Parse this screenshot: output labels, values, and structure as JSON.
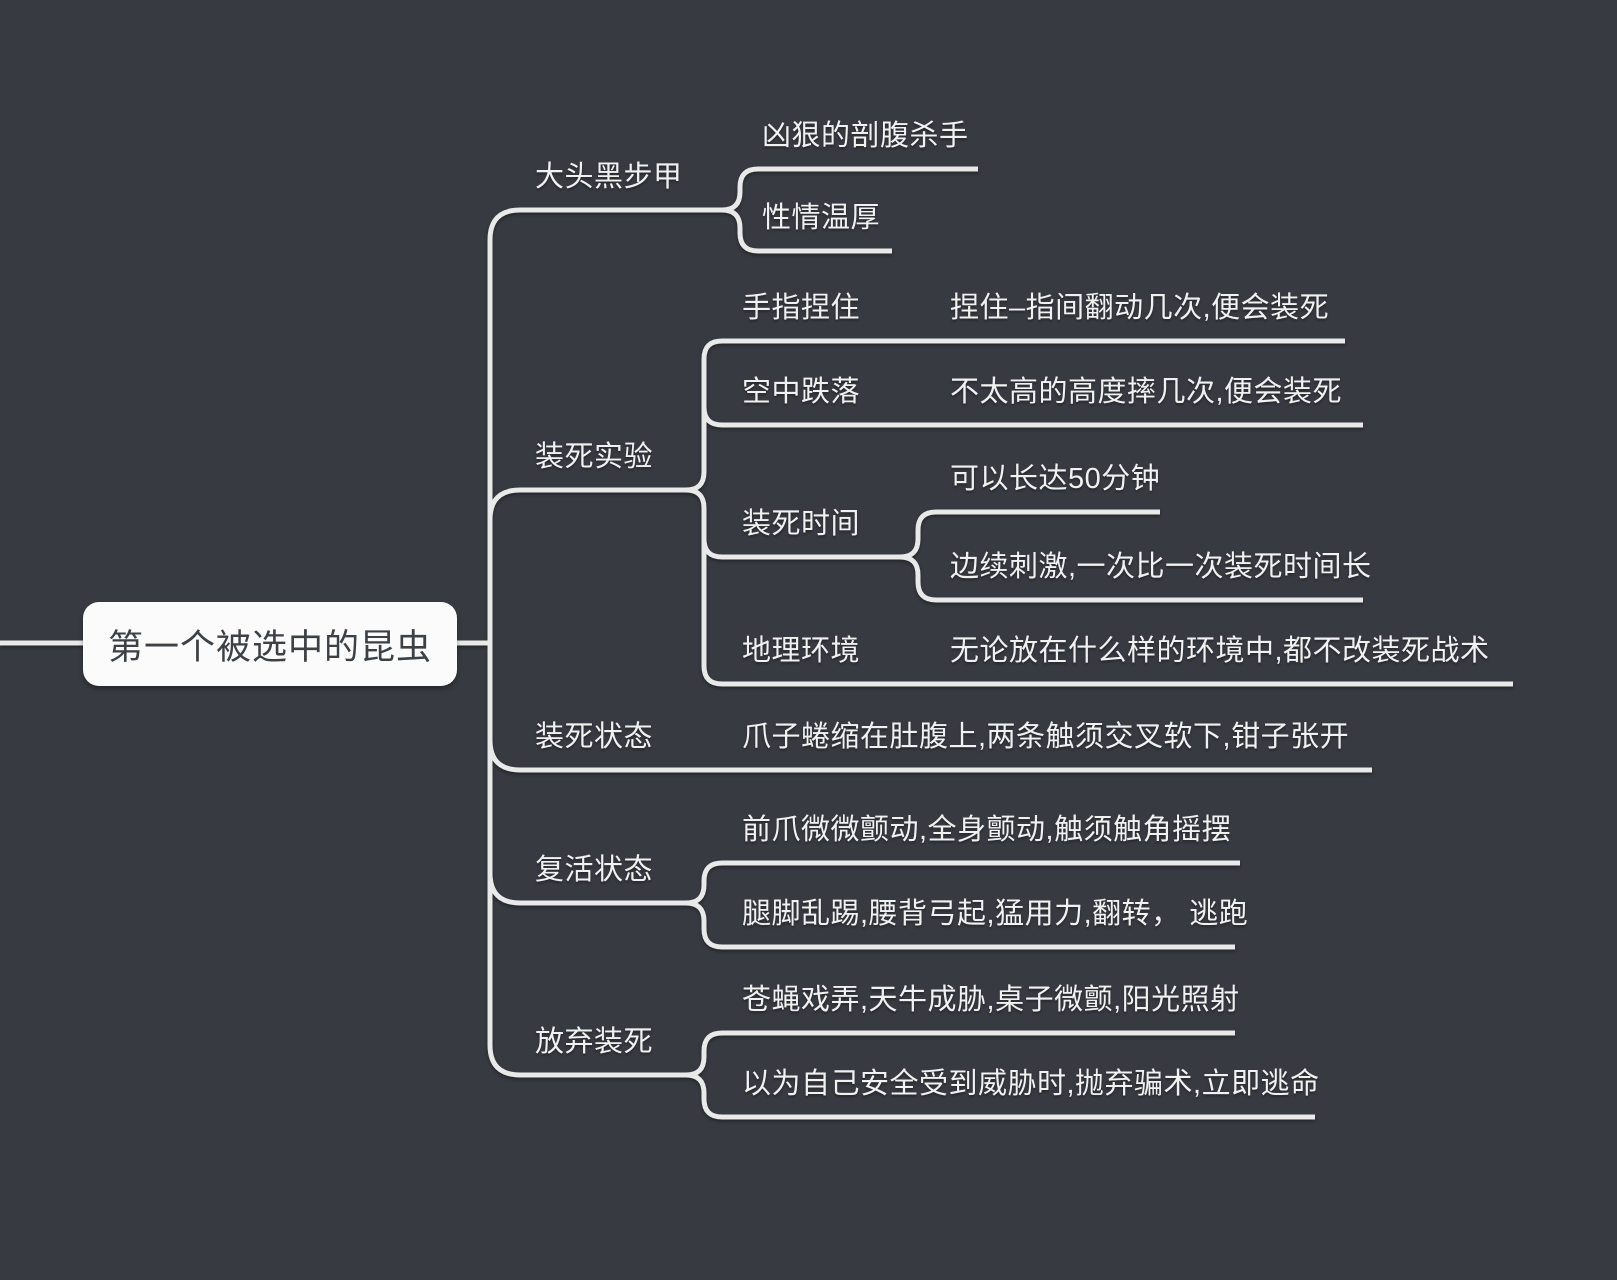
{
  "colors": {
    "background": "#373b41",
    "connector_line": "#e9e9e9",
    "node_text": "#f1f1f1",
    "root_fill": "#fbfbfb",
    "root_text": "#3d4145"
  },
  "map": {
    "root": {
      "label": "第一个被选中的昆虫",
      "children": [
        {
          "label": "大头黑步甲",
          "children": [
            {
              "label": "凶狠的剖腹杀手"
            },
            {
              "label": "性情温厚"
            }
          ]
        },
        {
          "label": "装死实验",
          "children": [
            {
              "label": "手指捏住",
              "note": "捏住–指间翻动几次,便会装死"
            },
            {
              "label": "空中跌落",
              "note": "不太高的高度摔几次,便会装死"
            },
            {
              "label": "装死时间",
              "children": [
                {
                  "label": "可以长达50分钟"
                },
                {
                  "label": "边续刺激,一次比一次装死时间长"
                }
              ]
            },
            {
              "label": "地理环境",
              "note": "无论放在什么样的环境中,都不改装死战术"
            }
          ]
        },
        {
          "label": "装死状态",
          "note": "爪子蜷缩在肚腹上,两条触须交叉软下,钳子张开"
        },
        {
          "label": "复活状态",
          "children": [
            {
              "label": "前爪微微颤动,全身颤动,触须触角摇摆"
            },
            {
              "label": "腿脚乱踢,腰背弓起,猛用力,翻转， 逃跑"
            }
          ]
        },
        {
          "label": "放弃装死",
          "children": [
            {
              "label": "苍蝇戏弄,天牛成胁,桌子微颤,阳光照射"
            },
            {
              "label": "以为自己安全受到威胁时,抛弃骗术,立即逃命"
            }
          ]
        }
      ]
    }
  }
}
